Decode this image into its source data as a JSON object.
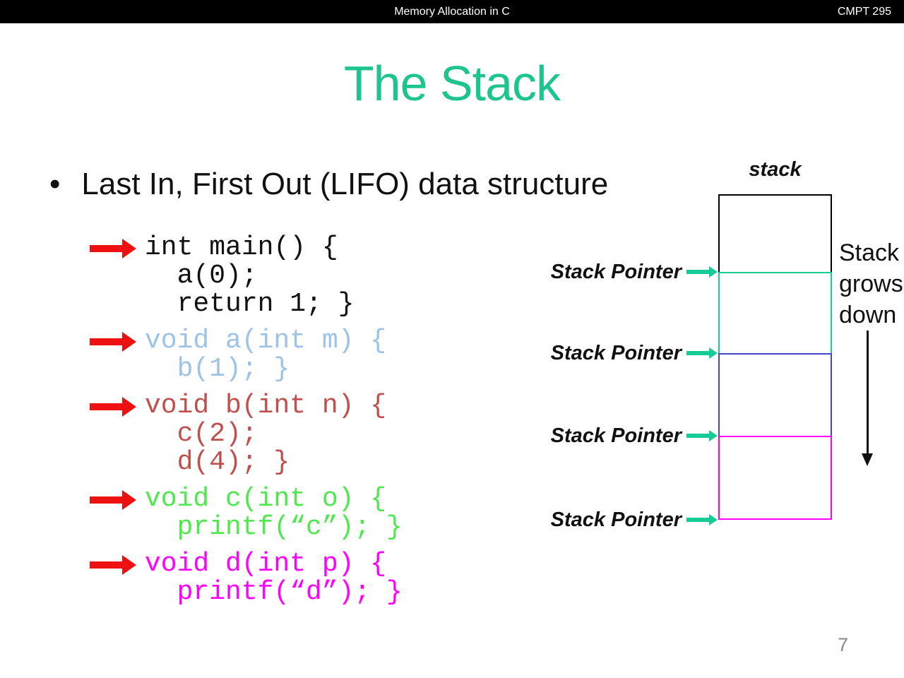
{
  "header": {
    "title": "Memory Allocation in C",
    "course": "CMPT 295"
  },
  "slide": {
    "title": "The Stack",
    "title_color": "#1EC48F",
    "bullet_text": "Last In, First Out (LIFO) data structure",
    "page_number": "7"
  },
  "code_blocks": [
    {
      "id": "main",
      "color": "#111111",
      "lines": [
        "int main() {",
        "  a(0);",
        "  return 1; }"
      ]
    },
    {
      "id": "a",
      "color": "#9DC3E6",
      "lines": [
        "void a(int m) {",
        "  b(1); }"
      ]
    },
    {
      "id": "b",
      "color": "#C0504D",
      "lines": [
        "void b(int n) {",
        "  c(2);",
        "  d(4); }"
      ]
    },
    {
      "id": "c",
      "color": "#4FE84F",
      "lines": [
        "void c(int o) {",
        "  printf(“c”); }"
      ]
    },
    {
      "id": "d",
      "color": "#FF00FF",
      "lines": [
        "void d(int p) {",
        "  printf(“d”); }"
      ]
    }
  ],
  "diagram": {
    "stack_label": "stack",
    "pointer_label": "Stack Pointer",
    "grows_lines": [
      "Stack",
      "grows",
      "down"
    ],
    "pointer_arrow_color": "#15CC99",
    "red_arrow_color": "#EE1111",
    "boxes": [
      {
        "frame": "frame-top",
        "border_color": "#000000",
        "height": 110
      },
      {
        "frame": "frame-a",
        "border_color": "#15CC99",
        "height": 115
      },
      {
        "frame": "frame-b",
        "border_color": "#4545CC",
        "height": 117
      },
      {
        "frame": "frame-cd",
        "border_color": "#FF00FF",
        "height": 119
      }
    ]
  }
}
